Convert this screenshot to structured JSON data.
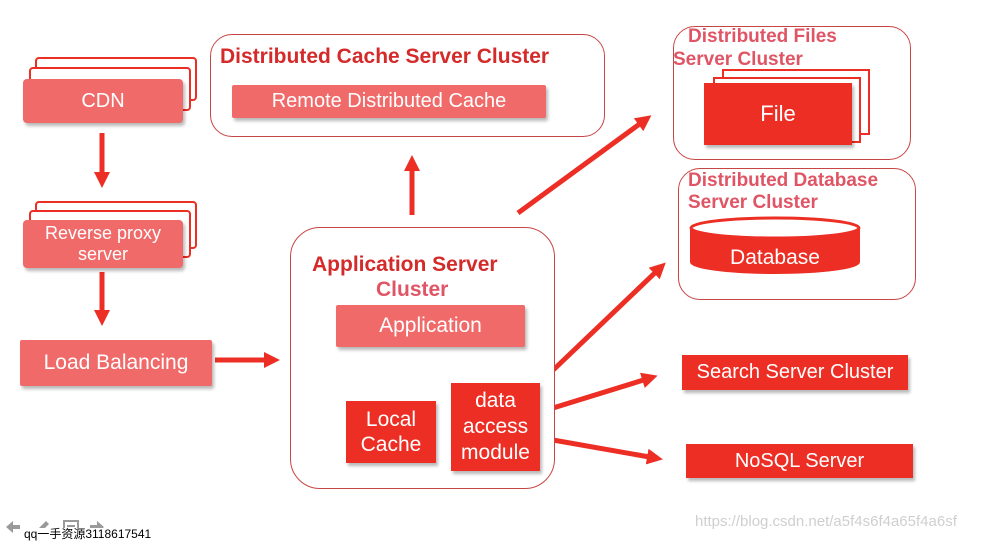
{
  "colors": {
    "red": "#ed2e24",
    "light_red": "#f06a6a",
    "title_red": "#d42a2a",
    "title_pink": "#e05565",
    "border": "#c84545"
  },
  "left_column": {
    "cdn": "CDN",
    "reverse_proxy_line1": "Reverse proxy",
    "reverse_proxy_line2": "server",
    "load_balancing": "Load Balancing"
  },
  "cache_cluster": {
    "title": "Distributed Cache Server Cluster",
    "node": "Remote Distributed Cache"
  },
  "app_cluster": {
    "title_line1": "Application Server",
    "title_line2": "Cluster",
    "application": "Application",
    "local_cache_line1": "Local",
    "local_cache_line2": "Cache",
    "dam_line1": "data",
    "dam_line2": "access",
    "dam_line3": "module"
  },
  "files_cluster": {
    "title_line1": "Distributed Files",
    "title_line2": "Server Cluster",
    "node": "File"
  },
  "db_cluster": {
    "title_line1": "Distributed Database",
    "title_line2": "Server Cluster",
    "node": "Database"
  },
  "search": "Search Server Cluster",
  "nosql": "NoSQL Server",
  "watermark": "https://blog.csdn.net/a5f4s6f4a65f4a6sf",
  "footer_text": "qq一手资源3118617541",
  "icons": [
    "arrow-left-icon",
    "pencil-icon",
    "slides-icon",
    "arrow-right-icon"
  ]
}
